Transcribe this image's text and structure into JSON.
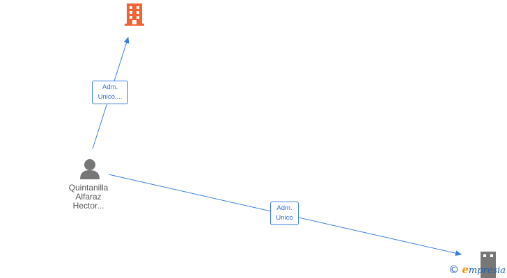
{
  "nodes": {
    "person": {
      "name_lines": [
        "Quintanilla",
        "Alfaraz",
        "Hector..."
      ],
      "icon": "person-icon",
      "color": "#777777"
    },
    "company_top": {
      "icon": "building-icon",
      "color": "#f26532"
    },
    "company_bottom": {
      "icon": "building-icon",
      "color": "#777777"
    }
  },
  "edges": [
    {
      "from": "person",
      "to": "company_top",
      "label_lines": [
        "Adm.",
        "Unico,..."
      ]
    },
    {
      "from": "person",
      "to": "company_bottom",
      "label_lines": [
        "Adm.",
        "Unico"
      ]
    }
  ],
  "colors": {
    "edge": "#3b7ddd",
    "edge_label_text": "#2e6fcf"
  },
  "watermark": {
    "copyright_symbol": "©",
    "brand_first": "e",
    "brand_rest": "mpresia"
  }
}
